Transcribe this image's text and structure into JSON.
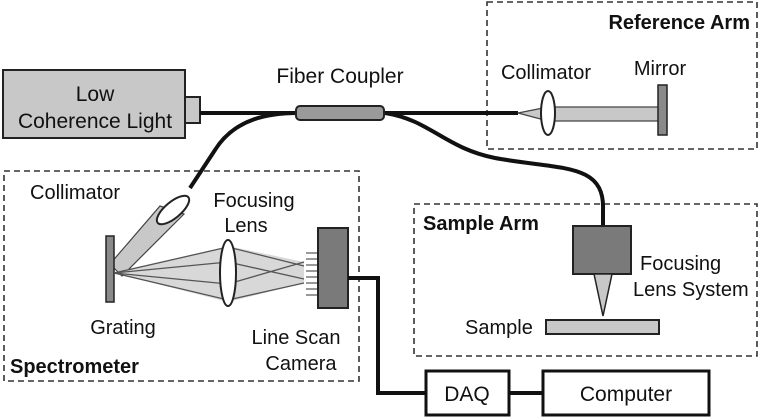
{
  "light_source": {
    "line1": "Low",
    "line2": "Coherence Light"
  },
  "fiber_coupler": {
    "label": "Fiber Coupler"
  },
  "reference_arm": {
    "title": "Reference Arm",
    "collimator": "Collimator",
    "mirror": "Mirror"
  },
  "sample_arm": {
    "title": "Sample Arm",
    "lens_line1": "Focusing",
    "lens_line2": "Lens System",
    "sample": "Sample"
  },
  "spectrometer": {
    "title": "Spectrometer",
    "collimator": "Collimator",
    "lens_line1": "Focusing",
    "lens_line2": "Lens",
    "grating": "Grating",
    "camera_line1": "Line Scan",
    "camera_line2": "Camera"
  },
  "daq": {
    "label": "DAQ"
  },
  "computer": {
    "label": "Computer"
  },
  "colors": {
    "component_fill": "#c8c8c8",
    "dark_fill": "#7a7a7a",
    "line": "#111111"
  }
}
